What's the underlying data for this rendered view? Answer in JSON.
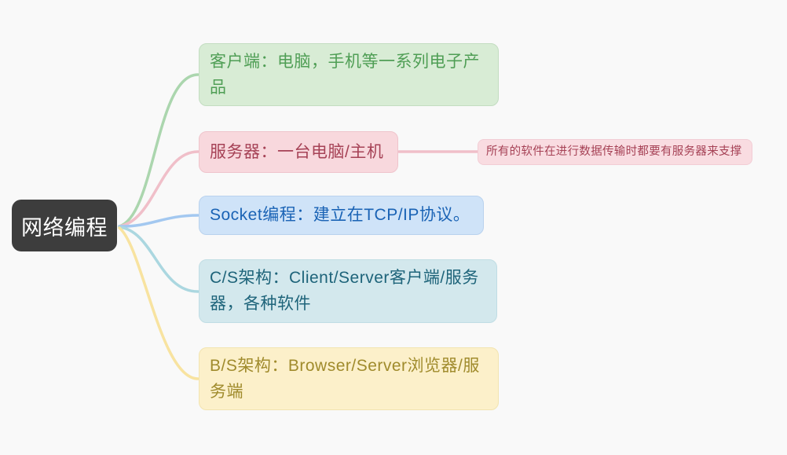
{
  "canvas": {
    "background": "#f9f9f9"
  },
  "root": {
    "label": "网络编程",
    "bg": "#3d3d3d",
    "text_color": "#ffffff"
  },
  "branches": [
    {
      "name": "client",
      "label": "客户端：电脑，手机等一系列电子产品",
      "bg": "#d8ecd5",
      "border": "#c3ddc1",
      "text_color": "#4f9e55",
      "line_color": "#abd6ae"
    },
    {
      "name": "server",
      "label": "服务器：一台电脑/主机",
      "bg": "#f8d8dd",
      "border": "#efc4cc",
      "text_color": "#a64256",
      "line_color": "#f0bfc9",
      "note": {
        "label": "所有的软件在进行数据传输时都要有服务器来支撑",
        "bg": "#f9dce1",
        "border": "#f2cdd5",
        "text_color": "#a64256",
        "line_color": "#f0bfc9"
      }
    },
    {
      "name": "socket",
      "label": "Socket编程：建立在TCP/IP协议。",
      "bg": "#cfe3f8",
      "border": "#b9d2ee",
      "text_color": "#1a63b5",
      "line_color": "#a3c8f0"
    },
    {
      "name": "cs-architecture",
      "label": " C/S架构：Client/Server客户端/服务器，各种软件",
      "bg": "#d3e8ed",
      "border": "#c0dde4",
      "text_color": "#1e647a",
      "line_color": "#abd7e0"
    },
    {
      "name": "bs-architecture",
      "label": "B/S架构：Browser/Server浏览器/服务端",
      "bg": "#fcf0ca",
      "border": "#f2e4b0",
      "text_color": "#a08b2c",
      "line_color": "#f8e3a0"
    }
  ]
}
